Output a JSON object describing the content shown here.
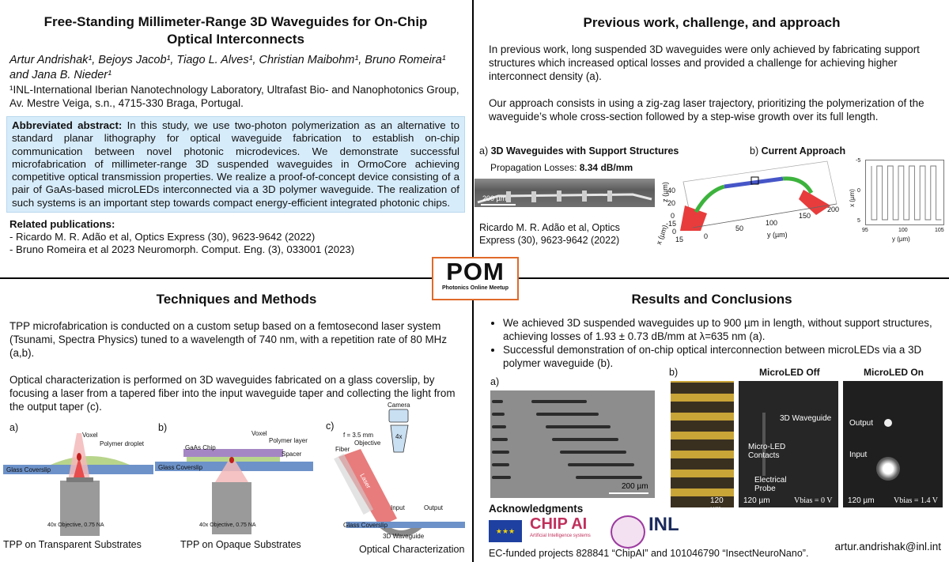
{
  "poster": {
    "title": "Free-Standing Millimeter-Range 3D Waveguides for On-Chip Optical Interconnects",
    "authors": "Artur Andrishak¹, Bejoys Jacob¹, Tiago L. Alves¹, Christian Maibohm¹, Bruno Romeira¹ and Jana B. Nieder¹",
    "affiliation": "¹INL-International Iberian Nanotechnology Laboratory, Ultrafast Bio- and Nanophotonics Group, Av. Mestre Veiga, s.n., 4715-330 Braga, Portugal.",
    "abstract_label": "Abbreviated abstract:",
    "abstract_text": " In this study, we use two-photon polymerization as an alternative to standard planar lithography for optical waveguide fabrication to establish on-chip communication between novel photonic microdevices. We demonstrate successful microfabrication of millimeter-range 3D suspended waveguides in OrmoCore achieving competitive optical transmission properties. We realize a proof-of-concept device consisting of a pair of GaAs-based microLEDs interconnected via a 3D polymer waveguide. The realization of such systems is an important step towards compact energy-efficient integrated photonic chips.",
    "pubs_title": "Related publications:",
    "pubs": [
      "- Ricardo M. R. Adão et al, Optics Express (30), 9623-9642 (2022)",
      "- Bruno Romeira et al 2023 Neuromorph. Comput. Eng. (3), 033001 (2023)"
    ]
  },
  "previous": {
    "title": "Previous work, challenge, and approach",
    "para1": "In previous work, long suspended 3D waveguides were only achieved by fabricating support structures which increased optical losses and provided a challenge for achieving higher interconnect density (a).",
    "para2": "Our approach consists in using a zig-zag laser trajectory, prioritizing the polymerization of the waveguide’s whole cross-section followed by a step-wise growth over its full length.",
    "fig_a_letter": "a)",
    "fig_a_title": "3D Waveguides with Support Structures",
    "fig_a_losses_label": "Propagation Losses: ",
    "fig_a_losses_value": "8.34 dB/mm",
    "fig_a_scale": "200 µm",
    "fig_a_citation": "Ricardo M. R. Adão et al, Optics Express (30), 9623-9642 (2022)",
    "fig_b_letter": "b)",
    "fig_b_title": "Current Approach",
    "plot3d": {
      "z_axis": "z (µm)",
      "x_axis": "x (µm)",
      "y_axis": "y (µm)",
      "z_ticks": [
        "40",
        "20",
        "0"
      ],
      "x_ticks": [
        "-15",
        "0",
        "15"
      ],
      "y_ticks": [
        "0",
        "50",
        "100",
        "150",
        "200"
      ]
    },
    "plot2d": {
      "x_axis": "y (µm)",
      "y_axis": "x (µm)",
      "y_ticks": [
        "-5",
        "0",
        "5"
      ],
      "x_ticks": [
        "95",
        "100",
        "105"
      ]
    }
  },
  "pom_logo": {
    "text": "POM",
    "subtitle": "Photonics Online Meetup"
  },
  "methods": {
    "title": "Techniques and Methods",
    "para1": "TPP microfabrication is conducted on a custom setup based on a femtosecond laser system (Tsunami, Spectra Physics) tuned to a wavelength of 740 nm, with a repetition rate of 80 MHz (a,b).",
    "para2": "Optical characterization is performed on 3D waveguides fabricated on a glass coverslip, by focusing a laser from a tapered fiber into the input waveguide taper and collecting the light from the output taper (c).",
    "fig_a": {
      "letter": "a)",
      "voxel": "Voxel",
      "droplet": "Polymer droplet",
      "coverslip": "Glass Coverslip",
      "objective": "40x Objective, 0.75 NA",
      "caption": "TPP on Transparent Substrates"
    },
    "fig_b": {
      "letter": "b)",
      "chip": "GaAs Chip",
      "voxel": "Voxel",
      "layer": "Polymer layer",
      "spacer": "Spacer",
      "coverslip": "Glass Coverslip",
      "objective": "40x Objective, 0.75 NA",
      "caption": "TPP on Opaque Substrates"
    },
    "fig_c": {
      "letter": "c)",
      "camera": "Camera",
      "focal": "f = 3.5 mm",
      "objective": "Objective",
      "obj_mag": "4x",
      "fiber": "Fiber",
      "laser": "Laser",
      "input": "Input",
      "output": "Output",
      "coverslip": "Glass Coverslip",
      "waveguide": "3D Waveguide",
      "caption": "Optical Characterization"
    }
  },
  "results": {
    "title": "Results and Conclusions",
    "bullets": [
      "We achieved 3D suspended waveguides up to 900 µm in length, without support structures, achieving losses of 1.93 ± 0.73 dB/mm at λ=635 nm (a).",
      "Successful demonstration of on-chip optical interconnection between microLEDs via a 3D polymer waveguide (b)."
    ],
    "fig_a_letter": "a)",
    "fig_a_scale": "200 µm",
    "fig_b_letter": "b)",
    "off_title": "MicroLED Off",
    "on_title": "MicroLED On",
    "lbl_waveguide": "3D Waveguide",
    "lbl_contacts": "Micro-LED Contacts",
    "lbl_probe": "Electrical Probe",
    "lbl_output": "Output",
    "lbl_input": "Input",
    "scale": "120 µm",
    "vbias_off": "Vbias = 0 V",
    "vbias_on": "Vbias = 1.4 V"
  },
  "ack": {
    "title": "Acknowledgments",
    "chipai_logo": "CHIP AI",
    "chipai_sub": "Artificial Intelligence systems",
    "inl_logo": "INL",
    "funding": "EC-funded projects 828841 “ChipAI” and 101046790 “InsectNeuroNano”.",
    "email": "artur.andrishak@inl.int"
  }
}
